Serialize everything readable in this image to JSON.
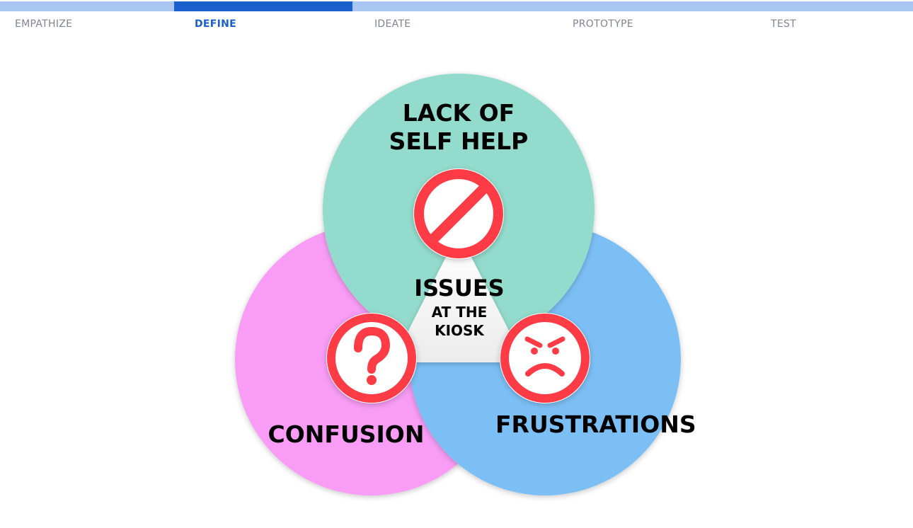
{
  "stages": {
    "items": [
      {
        "key": "empathize",
        "label": "EMPATHIZE"
      },
      {
        "key": "define",
        "label": "DEFINE"
      },
      {
        "key": "ideate",
        "label": "IDEATE"
      },
      {
        "key": "prototype",
        "label": "PROTOTYPE"
      },
      {
        "key": "test",
        "label": "TEST"
      }
    ],
    "active": "define"
  },
  "diagram": {
    "center": {
      "title": "ISSUES",
      "subtitle_line1": "AT THE",
      "subtitle_line2": "KIOSK"
    },
    "top": {
      "line1": "LACK OF",
      "line2": "SELF HELP",
      "icon": "no-entry-icon",
      "color": "#93dccd"
    },
    "left": {
      "label": "CONFUSION",
      "icon": "question-mark-icon",
      "color": "#f89cf5"
    },
    "right": {
      "label": "FRUSTRATIONS",
      "icon": "angry-face-icon",
      "color": "#7cbff5"
    },
    "icon_color": "#ff3b45"
  }
}
